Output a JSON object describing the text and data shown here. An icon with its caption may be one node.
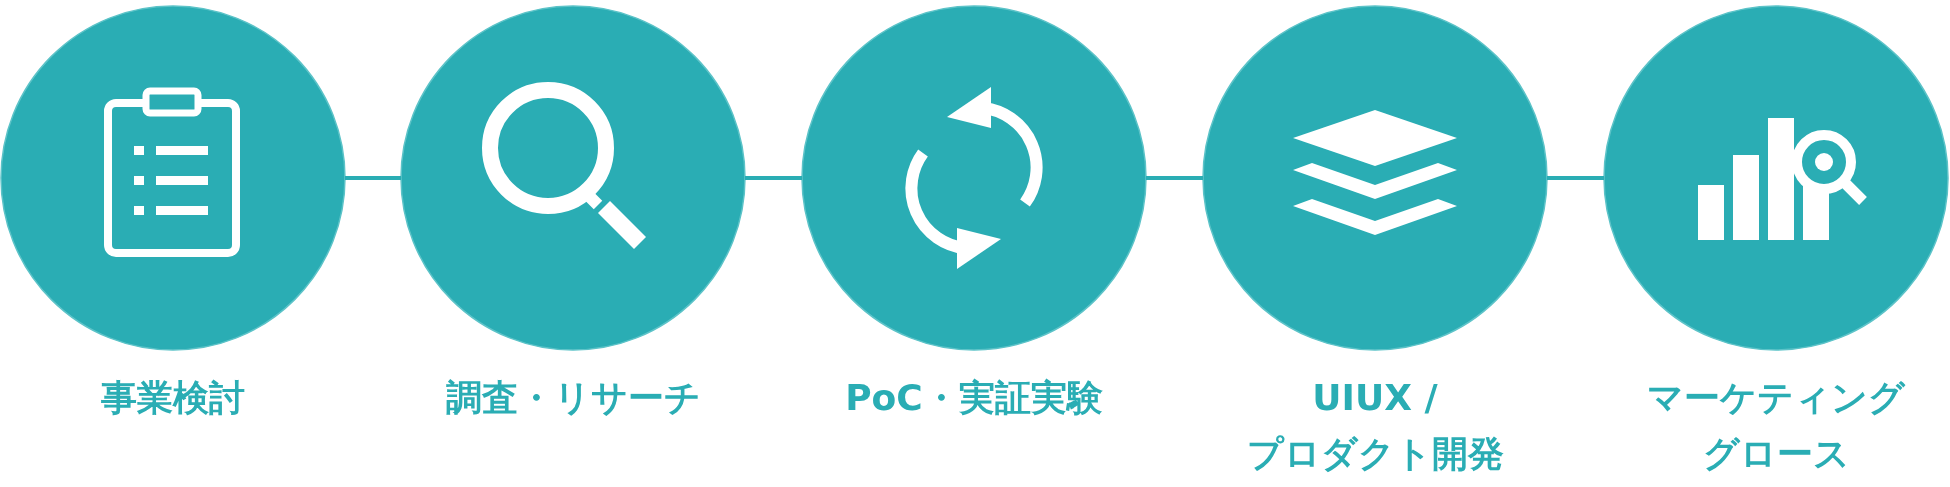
{
  "diagram": {
    "nodes": [
      {
        "text": [
          "事業検討"
        ]
      },
      {
        "text": [
          "調査・リサーチ"
        ]
      },
      {
        "text": [
          "PoC・実証実験"
        ]
      },
      {
        "text": [
          "UIUX / プロダクト開発"
        ]
      },
      {
        "text": [
          "マーケティンググロース"
        ]
      }
    ],
    "edges": [
      {
        "from": 0,
        "to": 1,
        "arrow": "none"
      },
      {
        "from": 1,
        "to": 2,
        "arrow": "none"
      },
      {
        "from": 2,
        "to": 3,
        "arrow": "none"
      },
      {
        "from": 3,
        "to": 4,
        "arrow": "none"
      }
    ]
  }
}
